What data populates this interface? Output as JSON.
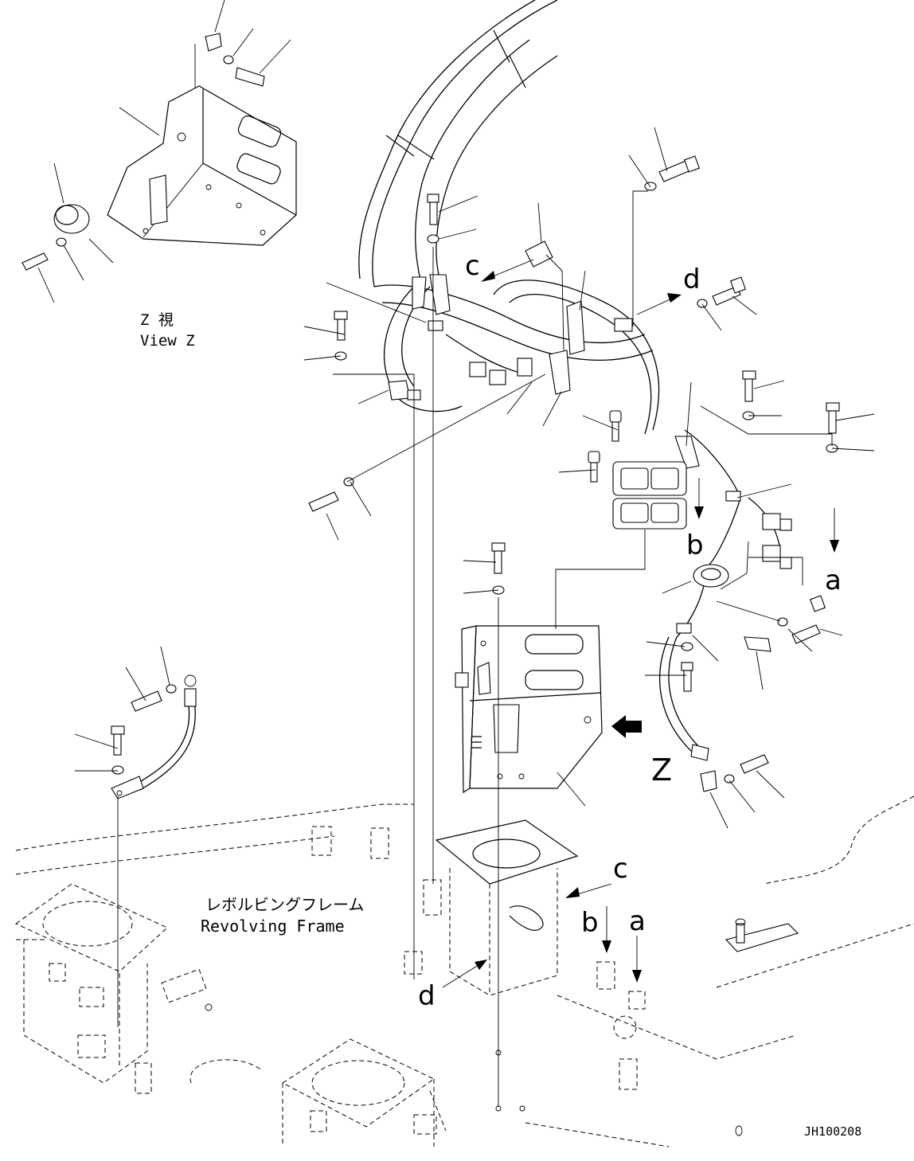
{
  "view_label": {
    "jp": "Z 視",
    "en": "View Z"
  },
  "frame_label": {
    "jp": "レボルビングフレーム",
    "en": "Revolving Frame"
  },
  "drawing_id": "JH100208",
  "letters": {
    "c_top": "c",
    "d_top": "d",
    "b_mid": "b",
    "a_mid": "a",
    "z_view": "Z",
    "c_bottom": "c",
    "b_bottom": "b",
    "a_bottom": "a",
    "d_bottom": "d"
  }
}
